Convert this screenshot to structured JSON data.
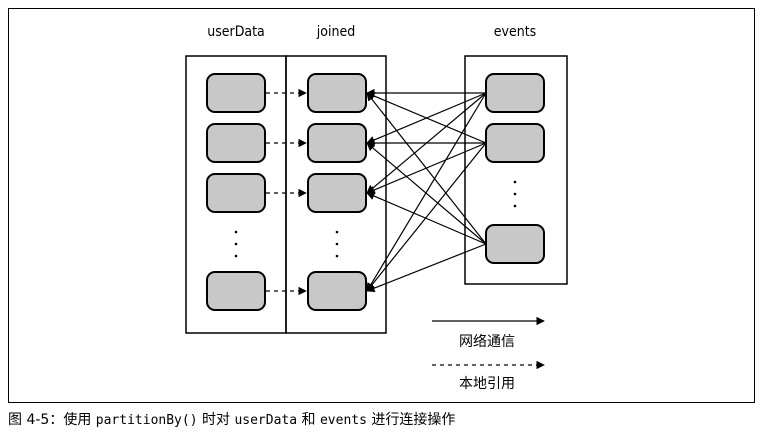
{
  "diagram": {
    "columns": {
      "userData": "userData",
      "joined": "joined",
      "events": "events"
    },
    "legend": {
      "network": "网络通信",
      "local": "本地引用"
    }
  },
  "caption": {
    "prefix": "图 4-5：使用 ",
    "code1": "partitionBy()",
    "mid1": " 时对 ",
    "code2": "userData",
    "mid2": " 和 ",
    "code3": "events",
    "suffix": " 进行连接操作"
  }
}
